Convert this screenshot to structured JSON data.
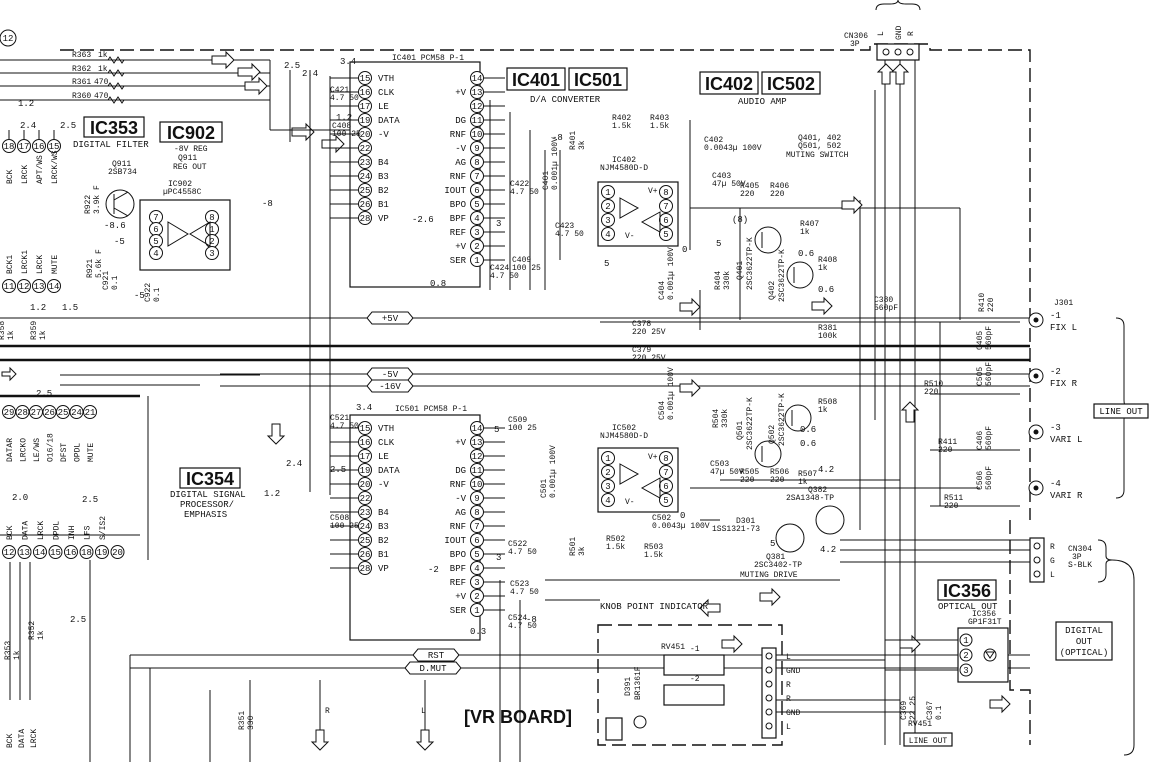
{
  "sheet_marker": "12",
  "ic_titles": {
    "ic401": "IC401",
    "ic501": "IC501",
    "ic402": "IC402",
    "ic502": "IC502",
    "ic353": "IC353",
    "ic902": "IC902",
    "ic354": "IC354",
    "ic356": "IC356",
    "vr_board": "[VR BOARD]"
  },
  "captions": {
    "da_converter": "D/A CONVERTER",
    "audio_amp": "AUDIO AMP",
    "digital_filter": "DIGITAL FILTER",
    "reg_line1": "-8V REG",
    "reg_line2": "Q911",
    "reg_line3": "REG OUT",
    "dsp_line1": "DIGITAL SIGNAL",
    "dsp_line2": "PROCESSOR/",
    "dsp_line3": "EMPHASIS",
    "muting_line1": "Q401, 402",
    "muting_line2": "Q501, 502",
    "muting_line3": "MUTING SWITCH",
    "muting_drive": "MUTING DRIVE",
    "knob": "KNOB POINT INDICATOR",
    "optical_out": "OPTICAL OUT",
    "digital_out_1": "DIGITAL",
    "digital_out_2": "OUT",
    "digital_out_3": "(OPTICAL)",
    "line_out": "LINE OUT",
    "line_out_vr": "LINE OUT",
    "rv451": "RV451"
  },
  "ic401": {
    "title": "IC401 PCM58 P-1",
    "left_pins": [
      {
        "n": "15",
        "name": "VTH"
      },
      {
        "n": "16",
        "name": "CLK"
      },
      {
        "n": "17",
        "name": "LE"
      },
      {
        "n": "19",
        "name": "DATA"
      },
      {
        "n": "20",
        "name": "-V"
      },
      {
        "n": "22",
        "name": ""
      },
      {
        "n": "23",
        "name": "B4"
      },
      {
        "n": "24",
        "name": "B3"
      },
      {
        "n": "25",
        "name": "B2"
      },
      {
        "n": "26",
        "name": "B1"
      },
      {
        "n": "28",
        "name": "VP"
      }
    ],
    "right_pins": [
      {
        "n": "14",
        "name": ""
      },
      {
        "n": "13",
        "name": "+V"
      },
      {
        "n": "12",
        "name": ""
      },
      {
        "n": "11",
        "name": "DG"
      },
      {
        "n": "10",
        "name": "RNF"
      },
      {
        "n": "9",
        "name": "-V"
      },
      {
        "n": "8",
        "name": "AG"
      },
      {
        "n": "7",
        "name": "RNF"
      },
      {
        "n": "6",
        "name": "IOUT"
      },
      {
        "n": "5",
        "name": "BPO"
      },
      {
        "n": "4",
        "name": "BPF"
      },
      {
        "n": "3",
        "name": "REF"
      },
      {
        "n": "2",
        "name": "+V"
      },
      {
        "n": "1",
        "name": "SER"
      }
    ]
  },
  "ic501": {
    "title": "IC501 PCM58 P-1",
    "left_pins": [
      {
        "n": "15",
        "name": "VTH"
      },
      {
        "n": "16",
        "name": "CLK"
      },
      {
        "n": "17",
        "name": "LE"
      },
      {
        "n": "19",
        "name": "DATA"
      },
      {
        "n": "20",
        "name": "-V"
      },
      {
        "n": "22",
        "name": ""
      },
      {
        "n": "23",
        "name": "B4"
      },
      {
        "n": "24",
        "name": "B3"
      },
      {
        "n": "25",
        "name": "B2"
      },
      {
        "n": "26",
        "name": "B1"
      },
      {
        "n": "28",
        "name": "VP"
      }
    ],
    "right_pins": [
      {
        "n": "14",
        "name": ""
      },
      {
        "n": "13",
        "name": "+V"
      },
      {
        "n": "12",
        "name": ""
      },
      {
        "n": "11",
        "name": "DG"
      },
      {
        "n": "10",
        "name": "RNF"
      },
      {
        "n": "9",
        "name": "-V"
      },
      {
        "n": "8",
        "name": "AG"
      },
      {
        "n": "7",
        "name": "RNF"
      },
      {
        "n": "6",
        "name": "IOUT"
      },
      {
        "n": "5",
        "name": "BPO"
      },
      {
        "n": "4",
        "name": "BPF"
      },
      {
        "n": "3",
        "name": "REF"
      },
      {
        "n": "2",
        "name": "+V"
      },
      {
        "n": "1",
        "name": "SER"
      }
    ]
  },
  "ic402": {
    "name": "IC402",
    "part": "NJM4580D-D",
    "left": [
      "1",
      "2",
      "3",
      "4"
    ],
    "right": [
      "8",
      "7",
      "6",
      "5"
    ],
    "vplus": "V+",
    "vminus": "V-"
  },
  "ic502": {
    "name": "IC502",
    "part": "NJM4580D-D",
    "left": [
      "1",
      "2",
      "3",
      "4"
    ],
    "right": [
      "8",
      "7",
      "6",
      "5"
    ],
    "vplus": "V+",
    "vminus": "V-"
  },
  "ic902": {
    "name": "IC902",
    "part": "µPC4558C",
    "left": [
      "7",
      "6",
      "5",
      "4"
    ],
    "right": [
      "8",
      "1",
      "2",
      "3"
    ]
  },
  "ic353_pins": [
    {
      "n": "18",
      "name": "BCK"
    },
    {
      "n": "17",
      "name": "LRCK"
    },
    {
      "n": "16",
      "name": "APT/WS"
    },
    {
      "n": "15",
      "name": "LRCK/WS"
    }
  ],
  "ic353_lower_pins": [
    {
      "n": "11",
      "name": "BCK1"
    },
    {
      "n": "12",
      "name": "LRCK1"
    },
    {
      "n": "13",
      "name": "LRCK"
    },
    {
      "n": "14",
      "name": "MUTE"
    }
  ],
  "ic354_pins_top": [
    {
      "n": "29",
      "name": "DATAR"
    },
    {
      "n": "28",
      "name": "LRCKO"
    },
    {
      "n": "27",
      "name": "LE/WS"
    },
    {
      "n": "26",
      "name": "O16/18"
    },
    {
      "n": "25",
      "name": "DFST"
    },
    {
      "n": "24",
      "name": "OPDL"
    },
    {
      "n": "21",
      "name": "MUTE"
    }
  ],
  "ic354_pins_bottom": [
    {
      "n": "12",
      "name": "BCK"
    },
    {
      "n": "13",
      "name": "DATA"
    },
    {
      "n": "14",
      "name": "LRCK"
    },
    {
      "n": "15",
      "name": "DPDL"
    },
    {
      "n": "16",
      "name": "INH"
    },
    {
      "n": "18",
      "name": "LFS"
    },
    {
      "n": "19",
      "name": "S/IS2"
    },
    {
      "n": "20",
      "name": ""
    }
  ],
  "bottom_left_labels": [
    "BCK",
    "DATA",
    "LRCK"
  ],
  "left_resistors": [
    {
      "ref": "R363",
      "val": "1k"
    },
    {
      "ref": "R362",
      "val": "1k"
    },
    {
      "ref": "R361",
      "val": "470"
    },
    {
      "ref": "R360",
      "val": "470"
    }
  ],
  "rails": {
    "plus5": "+5V",
    "minus5": "-5V",
    "minus16": "-16V",
    "rst": "RST",
    "dmut": "D.MUT"
  },
  "cn306": {
    "ref": "CN306",
    "type": "3P",
    "pins": [
      "L",
      "GND",
      "R"
    ]
  },
  "cn304": {
    "ref": "CN304",
    "type": "3P",
    "sub": "S-BLK",
    "pins": [
      "R",
      "G",
      "L"
    ]
  },
  "j301": {
    "ref": "J301",
    "outputs": [
      {
        "n": "-1",
        "name": "FIX L"
      },
      {
        "n": "-2",
        "name": "FIX R"
      },
      {
        "n": "-3",
        "name": "VARI L"
      },
      {
        "n": "-4",
        "name": "VARI R"
      }
    ]
  },
  "ic356": {
    "ref": "IC356",
    "part": "GP1F31T",
    "pins": [
      "1",
      "2",
      "3"
    ]
  },
  "vr_connector": [
    "L",
    "GND",
    "R",
    "R",
    "GND",
    "L"
  ],
  "transistors": [
    {
      "ref": "Q911",
      "part": "2SB734"
    },
    {
      "ref": "Q401",
      "part": "2SC3622TP-K"
    },
    {
      "ref": "Q402",
      "part": "2SC3622TP-K"
    },
    {
      "ref": "Q501",
      "part": "2SC3622TP-K"
    },
    {
      "ref": "Q502",
      "part": "2SC3622TP-K"
    },
    {
      "ref": "Q382",
      "part": "2SA1348-TP"
    },
    {
      "ref": "Q381",
      "part": "2SC3402-TP"
    }
  ],
  "diodes": [
    {
      "ref": "D301",
      "part": "1SS1321-73"
    },
    {
      "ref": "D391",
      "part": "BR1361F"
    }
  ],
  "components": [
    {
      "ref": "R402",
      "val": "1.5k"
    },
    {
      "ref": "R403",
      "val": "1.5k"
    },
    {
      "ref": "C402",
      "val": "0.0043µ 100V"
    },
    {
      "ref": "R401",
      "val": "3k"
    },
    {
      "ref": "C401",
      "val": "0.001µ 100V"
    },
    {
      "ref": "C422",
      "val": "4.7 50"
    },
    {
      "ref": "C423",
      "val": "4.7 50"
    },
    {
      "ref": "C424",
      "val": "4.7 50"
    },
    {
      "ref": "C409",
      "val": "100 25"
    },
    {
      "ref": "C408",
      "val": "100 25"
    },
    {
      "ref": "C421",
      "val": "4.7 50"
    },
    {
      "ref": "C403",
      "val": "47µ 50V"
    },
    {
      "ref": "R405",
      "val": "220"
    },
    {
      "ref": "R406",
      "val": "220"
    },
    {
      "ref": "R407",
      "val": "1k"
    },
    {
      "ref": "R408",
      "val": "1k"
    },
    {
      "ref": "R404",
      "val": "330k"
    },
    {
      "ref": "C404",
      "val": "0.001µ 100V"
    },
    {
      "ref": "C378",
      "val": "220 25V"
    },
    {
      "ref": "C379",
      "val": "220 25V"
    },
    {
      "ref": "R381",
      "val": "100k"
    },
    {
      "ref": "C380",
      "val": "560pF"
    },
    {
      "ref": "R410",
      "val": "220"
    },
    {
      "ref": "C405",
      "val": "560pF"
    },
    {
      "ref": "C505",
      "val": "560pF"
    },
    {
      "ref": "R510",
      "val": "220"
    },
    {
      "ref": "R411",
      "val": "220"
    },
    {
      "ref": "C406",
      "val": "560pF"
    },
    {
      "ref": "R511",
      "val": "220"
    },
    {
      "ref": "C506",
      "val": "560pF"
    },
    {
      "ref": "R502",
      "val": "1.5k"
    },
    {
      "ref": "R503",
      "val": "1.5k"
    },
    {
      "ref": "C502",
      "val": "0.0043µ 100V"
    },
    {
      "ref": "R501",
      "val": "3k"
    },
    {
      "ref": "C501",
      "val": "0.001µ 100V"
    },
    {
      "ref": "C504",
      "val": "0.001µ 100V"
    },
    {
      "ref": "R504",
      "val": "330k"
    },
    {
      "ref": "C503",
      "val": "47µ 50V"
    },
    {
      "ref": "R505",
      "val": "220"
    },
    {
      "ref": "R506",
      "val": "220"
    },
    {
      "ref": "R507",
      "val": "1k"
    },
    {
      "ref": "R508",
      "val": "1k"
    },
    {
      "ref": "C509",
      "val": "100 25"
    },
    {
      "ref": "C508",
      "val": "100 25"
    },
    {
      "ref": "C521",
      "val": "4.7 50"
    },
    {
      "ref": "C522",
      "val": "4.7 50"
    },
    {
      "ref": "C523",
      "val": "4.7 50"
    },
    {
      "ref": "C524",
      "val": "4.7 50"
    },
    {
      "ref": "R921",
      "val": "5.6k F"
    },
    {
      "ref": "R922",
      "val": "3.9k F"
    },
    {
      "ref": "C921",
      "val": "0.1"
    },
    {
      "ref": "C922",
      "val": "0.1"
    },
    {
      "ref": "R358",
      "val": "1k"
    },
    {
      "ref": "R359",
      "val": "1k"
    },
    {
      "ref": "R353",
      "val": "1k"
    },
    {
      "ref": "R352",
      "val": "1k"
    },
    {
      "ref": "R351",
      "val": "330"
    },
    {
      "ref": "C369",
      "val": "22 25"
    },
    {
      "ref": "C367",
      "val": "0.1"
    }
  ],
  "voltages": {
    "v_top_left": "1.2",
    "v_2_4": "2.4",
    "v_2_5a": "2.5",
    "v_3_4": "3.4",
    "v_1_2b": "1.2",
    "v_2_5b": "2.5",
    "v_2_4b": "2.4",
    "v_m8_top": "-8",
    "v_m8_ic902": "-8",
    "v_m8_6": "-8.6",
    "v_m5": "-5",
    "v_m5b": "-5",
    "v_0_8": "0.8",
    "v_m2_6": "-2.6",
    "v_m2": "-2",
    "v_0_3": "0.3",
    "v_m8_lower": "-8",
    "v_1_5": "1.5",
    "v_1_2c": "1.2",
    "v_2_5c": "2.5",
    "v_2_0": "2.0",
    "v_2_5d": "2.5",
    "v_5a": "5",
    "v_5b": "5",
    "v_5c": "5",
    "v_0a": "0",
    "v_0b": "0",
    "v_0_6a": "0.6",
    "v_0_6b": "0.6",
    "v_0_6c": "0.6",
    "v_0_6d": "0.6",
    "v_4_2a": "4.2",
    "v_4_2b": "4.2",
    "v_8": "(8)",
    "v_3a": "3",
    "v_3b": "3",
    "v_3_4b": "3.4",
    "v_2_5e": "2.5",
    "v_2_4c": "2.4",
    "v_1_2d": "1.2",
    "v_2_5f": "2.5",
    "v_5d": "5"
  },
  "rv_labels": {
    "minus1": "-1",
    "minus2": "-2"
  }
}
